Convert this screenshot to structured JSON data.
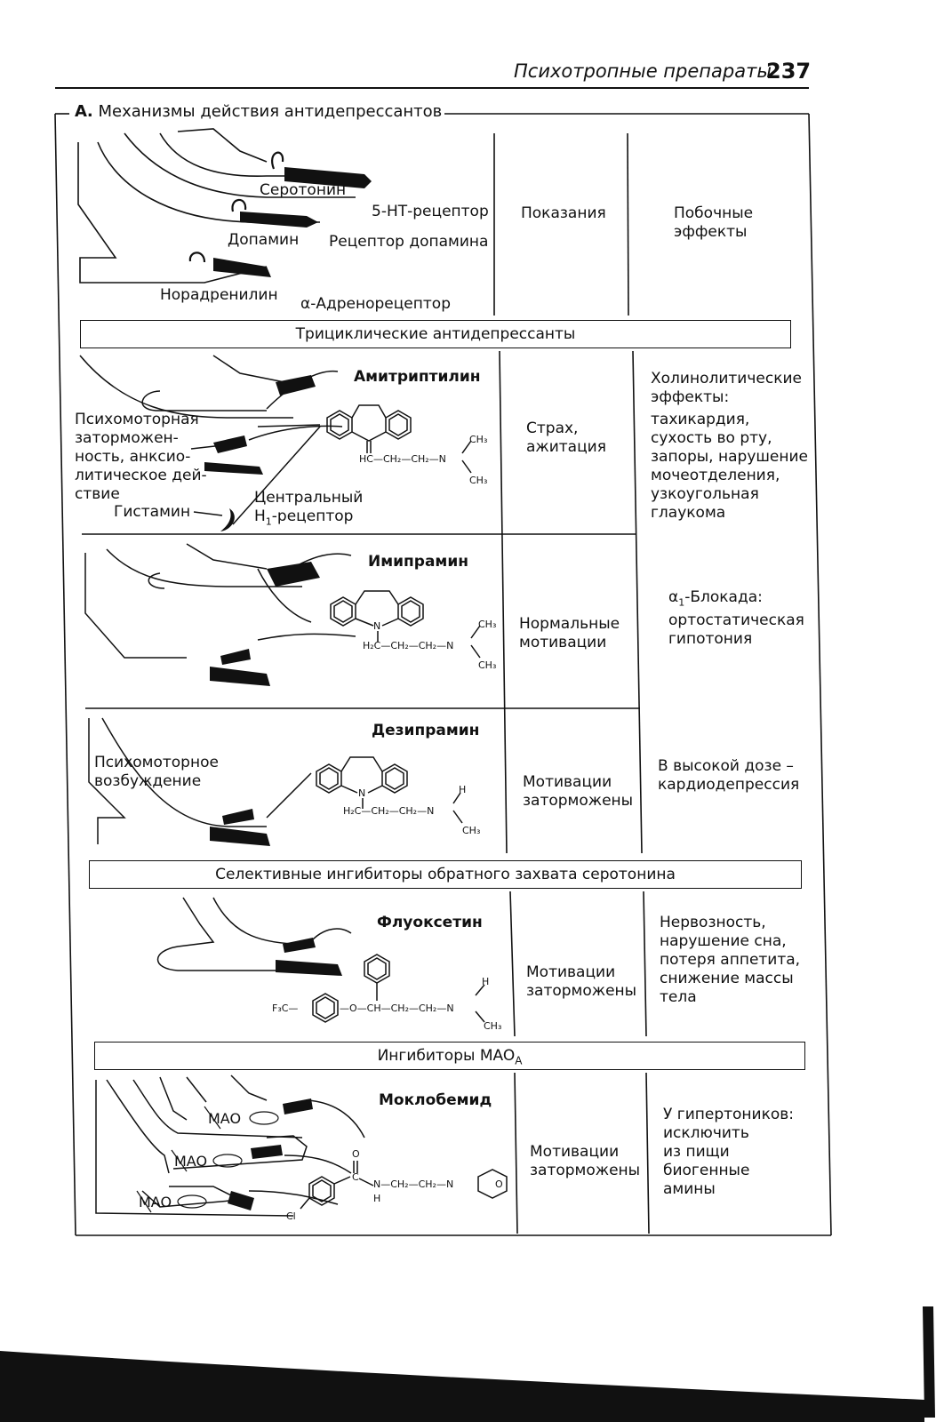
{
  "header": {
    "title": "Психотропные препараты",
    "page_number": "237"
  },
  "section": {
    "label": "А.",
    "title": "Механизмы действия антидепрессантов"
  },
  "legend": {
    "serotonin": "Серотонин",
    "ht_receptor": "5-НТ-рецептор",
    "dopamine": "Допамин",
    "dopamine_receptor": "Рецептор допамина",
    "noradrenaline": "Норадренилин",
    "alpha_receptor": "α-Адренорецептор"
  },
  "columns": {
    "indications": "Показания",
    "side_effects_line1": "Побочные",
    "side_effects_line2": "эффекты"
  },
  "groups": {
    "tricyclic": "Трициклические антидепрессанты",
    "ssri": "Селективные ингибиторы обратного захвата серотонина",
    "mao_prefix": "Ингибиторы MAO",
    "mao_sub": "A"
  },
  "drugs": {
    "amitriptyline": {
      "name": "Амитриптилин",
      "indication_line1": "Страх,",
      "indication_line2": "ажитация",
      "effect_lines": [
        "Психомоторная",
        "заторможен-",
        "ность, анксио-",
        "литическое дей-",
        "ствие"
      ],
      "histamine": "Гистамин",
      "central_line1": "Центральный",
      "central_line2_prefix": "H",
      "central_line2_sub": "1",
      "central_line2_suffix": "-рецептор",
      "side_title_line1": "Холинолитические",
      "side_title_line2": "эффекты:",
      "side_lines": [
        "тахикардия,",
        "сухость во рту,",
        "запоры, нарушение",
        "мочеотделения,",
        "узкоугольная",
        "глаукома"
      ],
      "chem": {
        "ch3_top": "CH₃",
        "chain": "HC—CH₂—CH₂—N",
        "ch3_bottom": "CH₃"
      }
    },
    "imipramine": {
      "name": "Имипрамин",
      "indication_line1": "Нормальные",
      "indication_line2": "мотивации",
      "side_prefix": "α",
      "side_sub": "1",
      "side_line1_suffix": "-Блокада:",
      "side_line2": "ортостатическая",
      "side_line3": "гипотония",
      "chem": {
        "n": "N",
        "ch3_top": "CH₃",
        "chain": "H₂C—CH₂—CH₂—N",
        "ch3_bottom": "CH₃"
      }
    },
    "desipramine": {
      "name": "Дезипрамин",
      "effect_line1": "Психомоторное",
      "effect_line2": "возбуждение",
      "indication_line1": "Мотивации",
      "indication_line2": "заторможены",
      "side_line1": "В высокой дозе –",
      "side_line2": "кардиодепрессия",
      "chem": {
        "n": "N",
        "h": "H",
        "chain": "H₂C—CH₂—CH₂—N",
        "ch3_bottom": "CH₃"
      }
    },
    "fluoxetine": {
      "name": "Флуоксетин",
      "indication_line1": "Мотивации",
      "indication_line2": "заторможены",
      "side_lines": [
        "Нервозность,",
        "нарушение сна,",
        "потеря аппетита,",
        "снижение массы",
        "тела"
      ],
      "chem": {
        "f3c": "F₃C—",
        "chain": "—O—CH—CH₂—CH₂—N",
        "h": "H",
        "ch3": "CH₃"
      }
    },
    "moclobemide": {
      "name": "Моклобемид",
      "indication_line1": "Мотивации",
      "indication_line2": "заторможены",
      "side_lines": [
        "У гипертоников:",
        "исключить",
        "из пищи",
        "биогенные",
        "амины"
      ],
      "mao_label": "MAO",
      "chem": {
        "o": "O",
        "c": "C",
        "chain": "N—CH₂—CH₂—N",
        "h": "H",
        "o_ring": "O",
        "cl": "Cl"
      }
    }
  }
}
